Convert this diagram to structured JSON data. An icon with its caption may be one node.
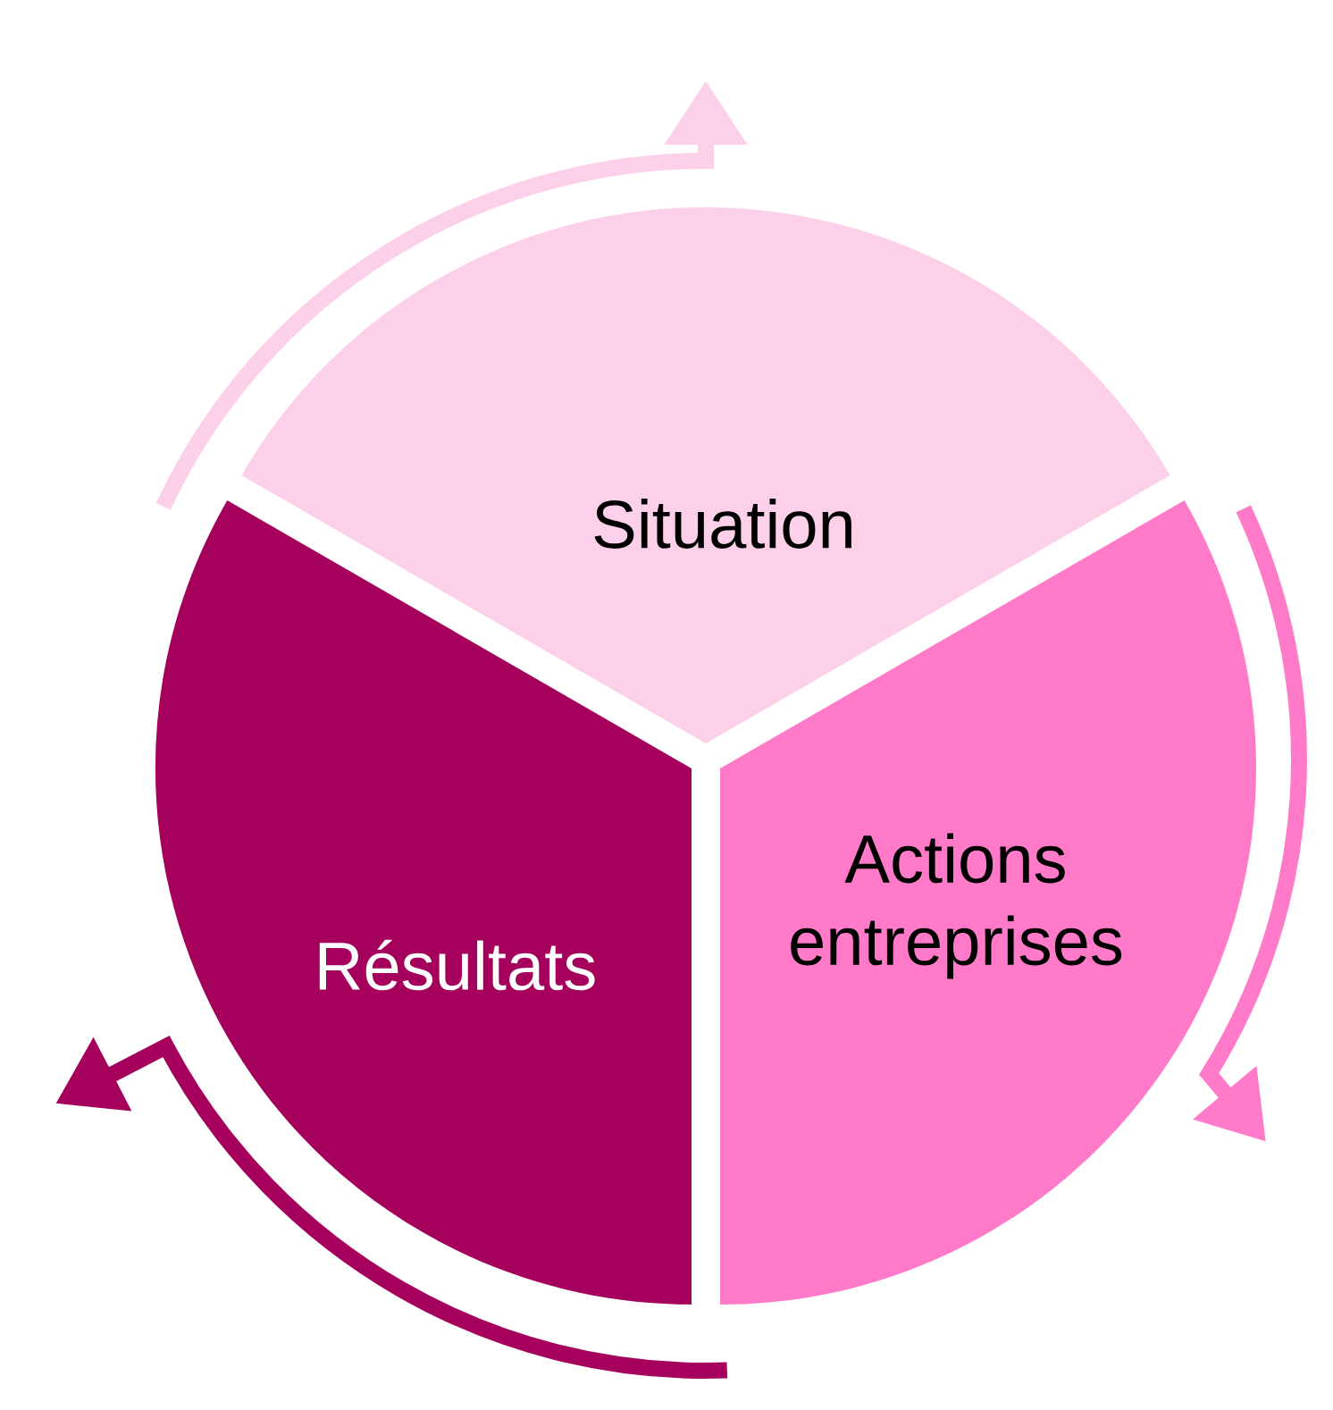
{
  "diagram": {
    "nodes": [
      {
        "text": [
          "Situation"
        ]
      },
      {
        "text": [
          "Actions entreprises"
        ]
      },
      {
        "text": [
          "Résultats"
        ]
      }
    ]
  }
}
